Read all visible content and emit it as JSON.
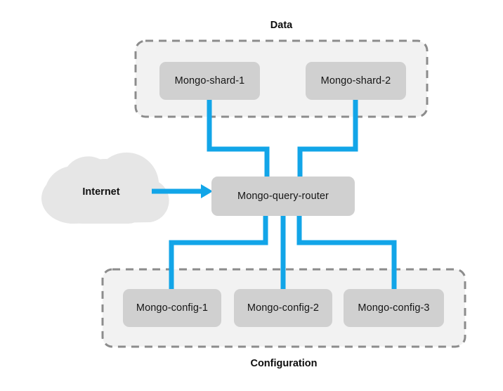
{
  "diagram": {
    "title_top": "Data",
    "title_bottom": "Configuration",
    "colors": {
      "connector": "#12a5e8",
      "node_fill": "#d0d0d0",
      "group_fill": "#f2f2f2",
      "group_border": "#8c8c8c",
      "cloud_fill": "#e6e6e6",
      "text": "#161616",
      "background": "#ffffff"
    },
    "groups": [
      {
        "name": "data-group",
        "label": "Data",
        "label_position": "top",
        "nodes": [
          {
            "name": "mongo-shard-1",
            "label": "Mongo-shard-1"
          },
          {
            "name": "mongo-shard-2",
            "label": "Mongo-shard-2"
          }
        ]
      },
      {
        "name": "configuration-group",
        "label": "Configuration",
        "label_position": "bottom",
        "nodes": [
          {
            "name": "mongo-config-1",
            "label": "Mongo-config-1"
          },
          {
            "name": "mongo-config-2",
            "label": "Mongo-config-2"
          },
          {
            "name": "mongo-config-3",
            "label": "Mongo-config-3"
          }
        ]
      }
    ],
    "cloud": {
      "name": "internet-cloud",
      "label": "Internet"
    },
    "router": {
      "name": "mongo-query-router",
      "label": "Mongo-query-router"
    },
    "connections": [
      {
        "from": "Internet",
        "to": "Mongo-query-router",
        "arrow": true
      },
      {
        "from": "Mongo-shard-1",
        "to": "Mongo-query-router",
        "arrow": false
      },
      {
        "from": "Mongo-shard-2",
        "to": "Mongo-query-router",
        "arrow": false
      },
      {
        "from": "Mongo-query-router",
        "to": "Mongo-config-1",
        "arrow": false
      },
      {
        "from": "Mongo-query-router",
        "to": "Mongo-config-2",
        "arrow": false
      },
      {
        "from": "Mongo-query-router",
        "to": "Mongo-config-3",
        "arrow": false
      }
    ]
  }
}
